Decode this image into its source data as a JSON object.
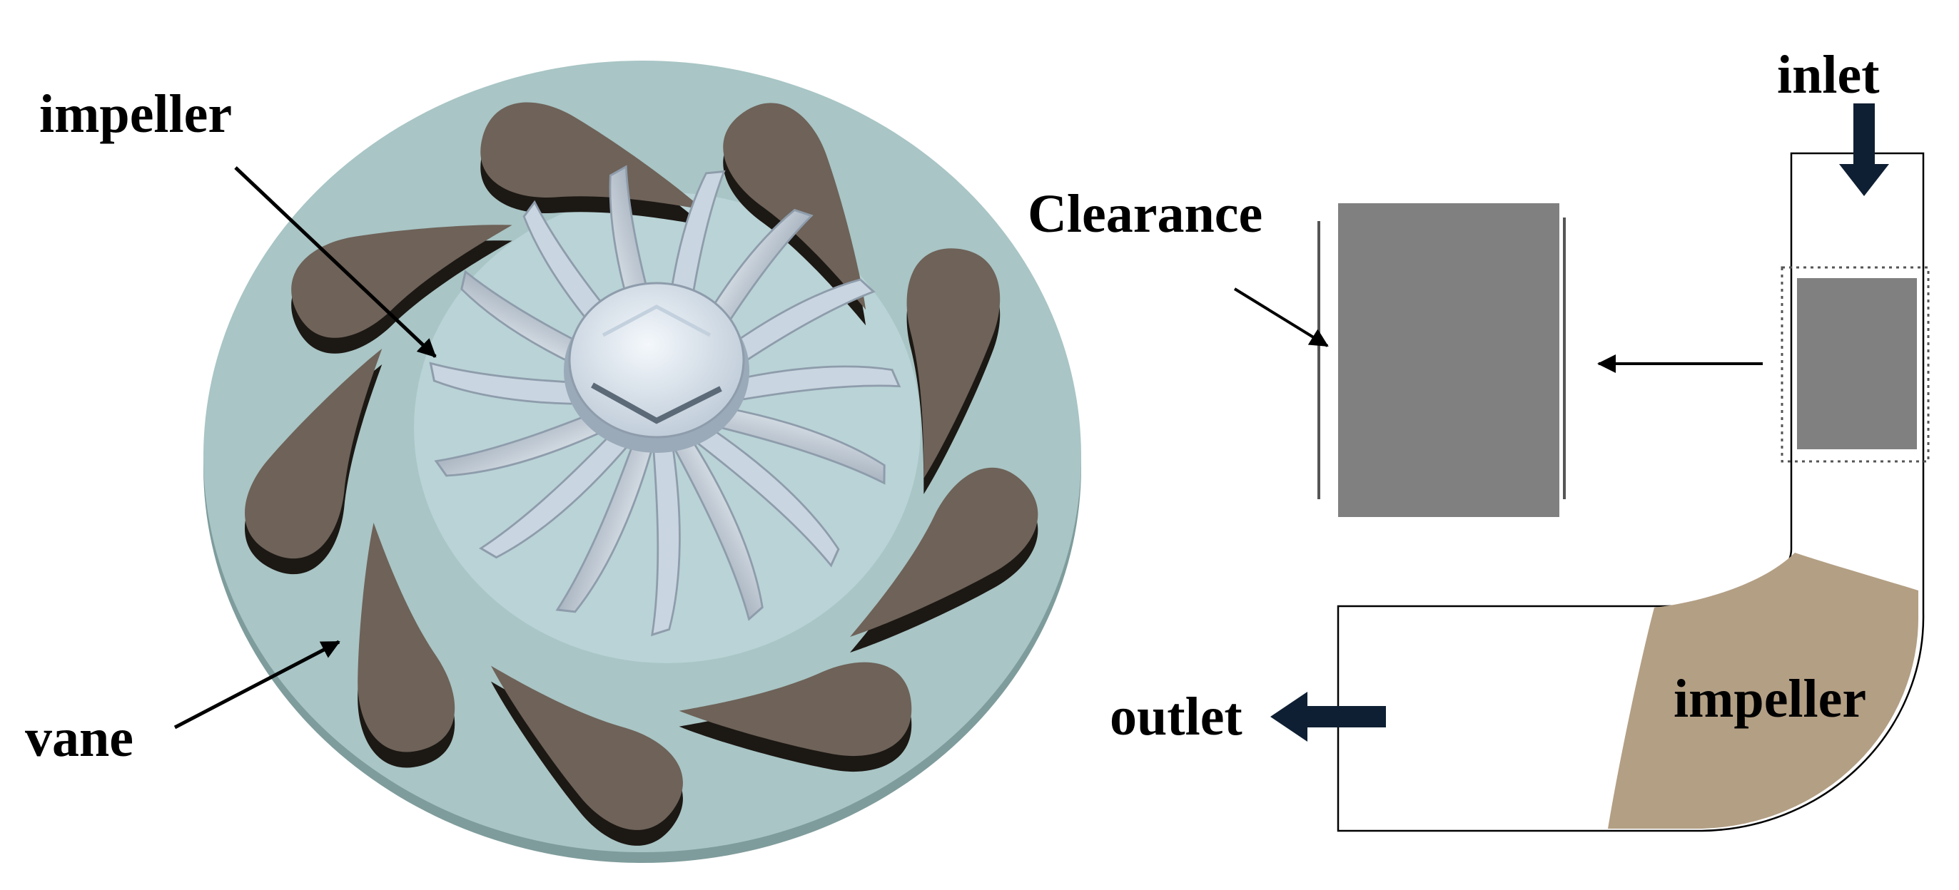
{
  "labels": {
    "impeller_left": "impeller",
    "vane": "vane",
    "clearance": "Clearance",
    "inlet": "inlet",
    "outlet": "outlet",
    "impeller_right": "impeller"
  },
  "colors": {
    "disk": "#a9c5c5",
    "disk_edge": "#7f9c9c",
    "vane_top": "#6e6259",
    "vane_side": "#1c1814",
    "impeller_blade": "#c9d5e0",
    "impeller_blade_dark": "#8e9cab",
    "hub": "#dfe9f3",
    "block_gray": "#808080",
    "impeller_section": "#b39f84",
    "flow_arrow": "#0f1f33"
  },
  "counts": {
    "vanes": 9,
    "impeller_blades": 15
  }
}
